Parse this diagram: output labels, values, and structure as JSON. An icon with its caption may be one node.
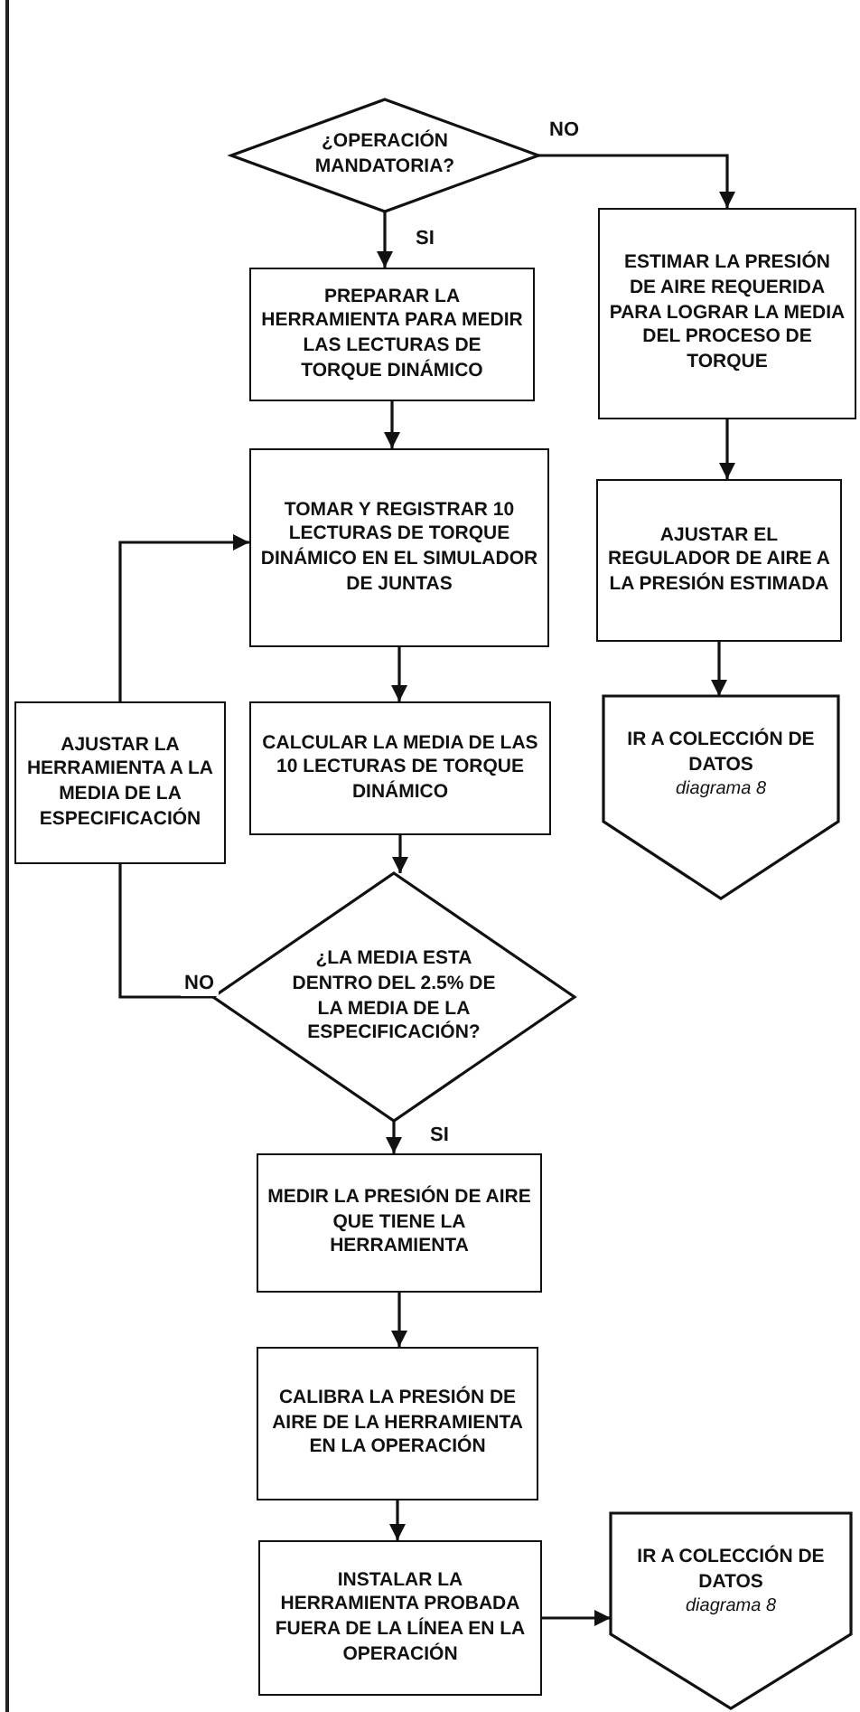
{
  "diagram": {
    "nodes": [
      {
        "text": [
          "¿OPERACIÓN MANDATORIA?"
        ]
      },
      {
        "text": [
          "PREPARAR LA HERRAMIENTA PARA MEDIR LAS LECTURAS DE TORQUE DINÁMICO"
        ]
      },
      {
        "text": [
          "ESTIMAR LA PRESIÓN DE AIRE REQUERIDA PARA LOGRAR LA MEDIA DEL PROCESO DE TORQUE"
        ]
      },
      {
        "text": [
          "TOMAR Y REGISTRAR 10 LECTURAS DE TORQUE DINÁMICO EN EL SIMULADOR DE JUNTAS"
        ]
      },
      {
        "text": [
          "AJUSTAR EL REGULADOR DE AIRE A LA PRESIÓN ESTIMADA"
        ]
      },
      {
        "text": [
          "AJUSTAR LA HERRAMIENTA A LA MEDIA DE LA ESPECIFICACIÓN"
        ]
      },
      {
        "text": [
          "CALCULAR LA MEDIA DE LAS 10 LECTURAS DE TORQUE DINÁMICO"
        ]
      },
      {
        "text": [
          "IR A COLECCIÓN DE DATOS",
          "diagrama 8"
        ]
      },
      {
        "text": [
          "¿LA MEDIA ESTA DENTRO DEL 2.5% DE LA MEDIA DE LA ESPECIFICACIÓN?"
        ]
      },
      {
        "text": [
          "MEDIR LA PRESIÓN DE AIRE QUE TIENE LA HERRAMIENTA"
        ]
      },
      {
        "text": [
          "CALIBRA LA PRESIÓN DE AIRE DE LA HERRAMIENTA EN LA OPERACIÓN"
        ]
      },
      {
        "text": [
          "INSTALAR LA HERRAMIENTA PROBADA FUERA DE LA LÍNEA EN LA OPERACIÓN"
        ]
      },
      {
        "text": [
          "IR A COLECCIÓN DE DATOS",
          "diagrama 8"
        ]
      }
    ],
    "edges": [
      {
        "from": 0,
        "to": 1,
        "arrow": "to",
        "label": "SI"
      },
      {
        "from": 0,
        "to": 2,
        "arrow": "to",
        "label": "NO"
      },
      {
        "from": 1,
        "to": 3,
        "arrow": "to"
      },
      {
        "from": 2,
        "to": 4,
        "arrow": "to"
      },
      {
        "from": 4,
        "to": 7,
        "arrow": "to"
      },
      {
        "from": 3,
        "to": 6,
        "arrow": "to"
      },
      {
        "from": 6,
        "to": 8,
        "arrow": "to"
      },
      {
        "from": 8,
        "to": 5,
        "arrow": "none",
        "label": "NO"
      },
      {
        "from": 5,
        "to": 3,
        "arrow": "to"
      },
      {
        "from": 8,
        "to": 9,
        "arrow": "to",
        "label": "SI"
      },
      {
        "from": 9,
        "to": 10,
        "arrow": "to"
      },
      {
        "from": 10,
        "to": 11,
        "arrow": "to"
      },
      {
        "from": 11,
        "to": 12,
        "arrow": "to"
      }
    ]
  }
}
